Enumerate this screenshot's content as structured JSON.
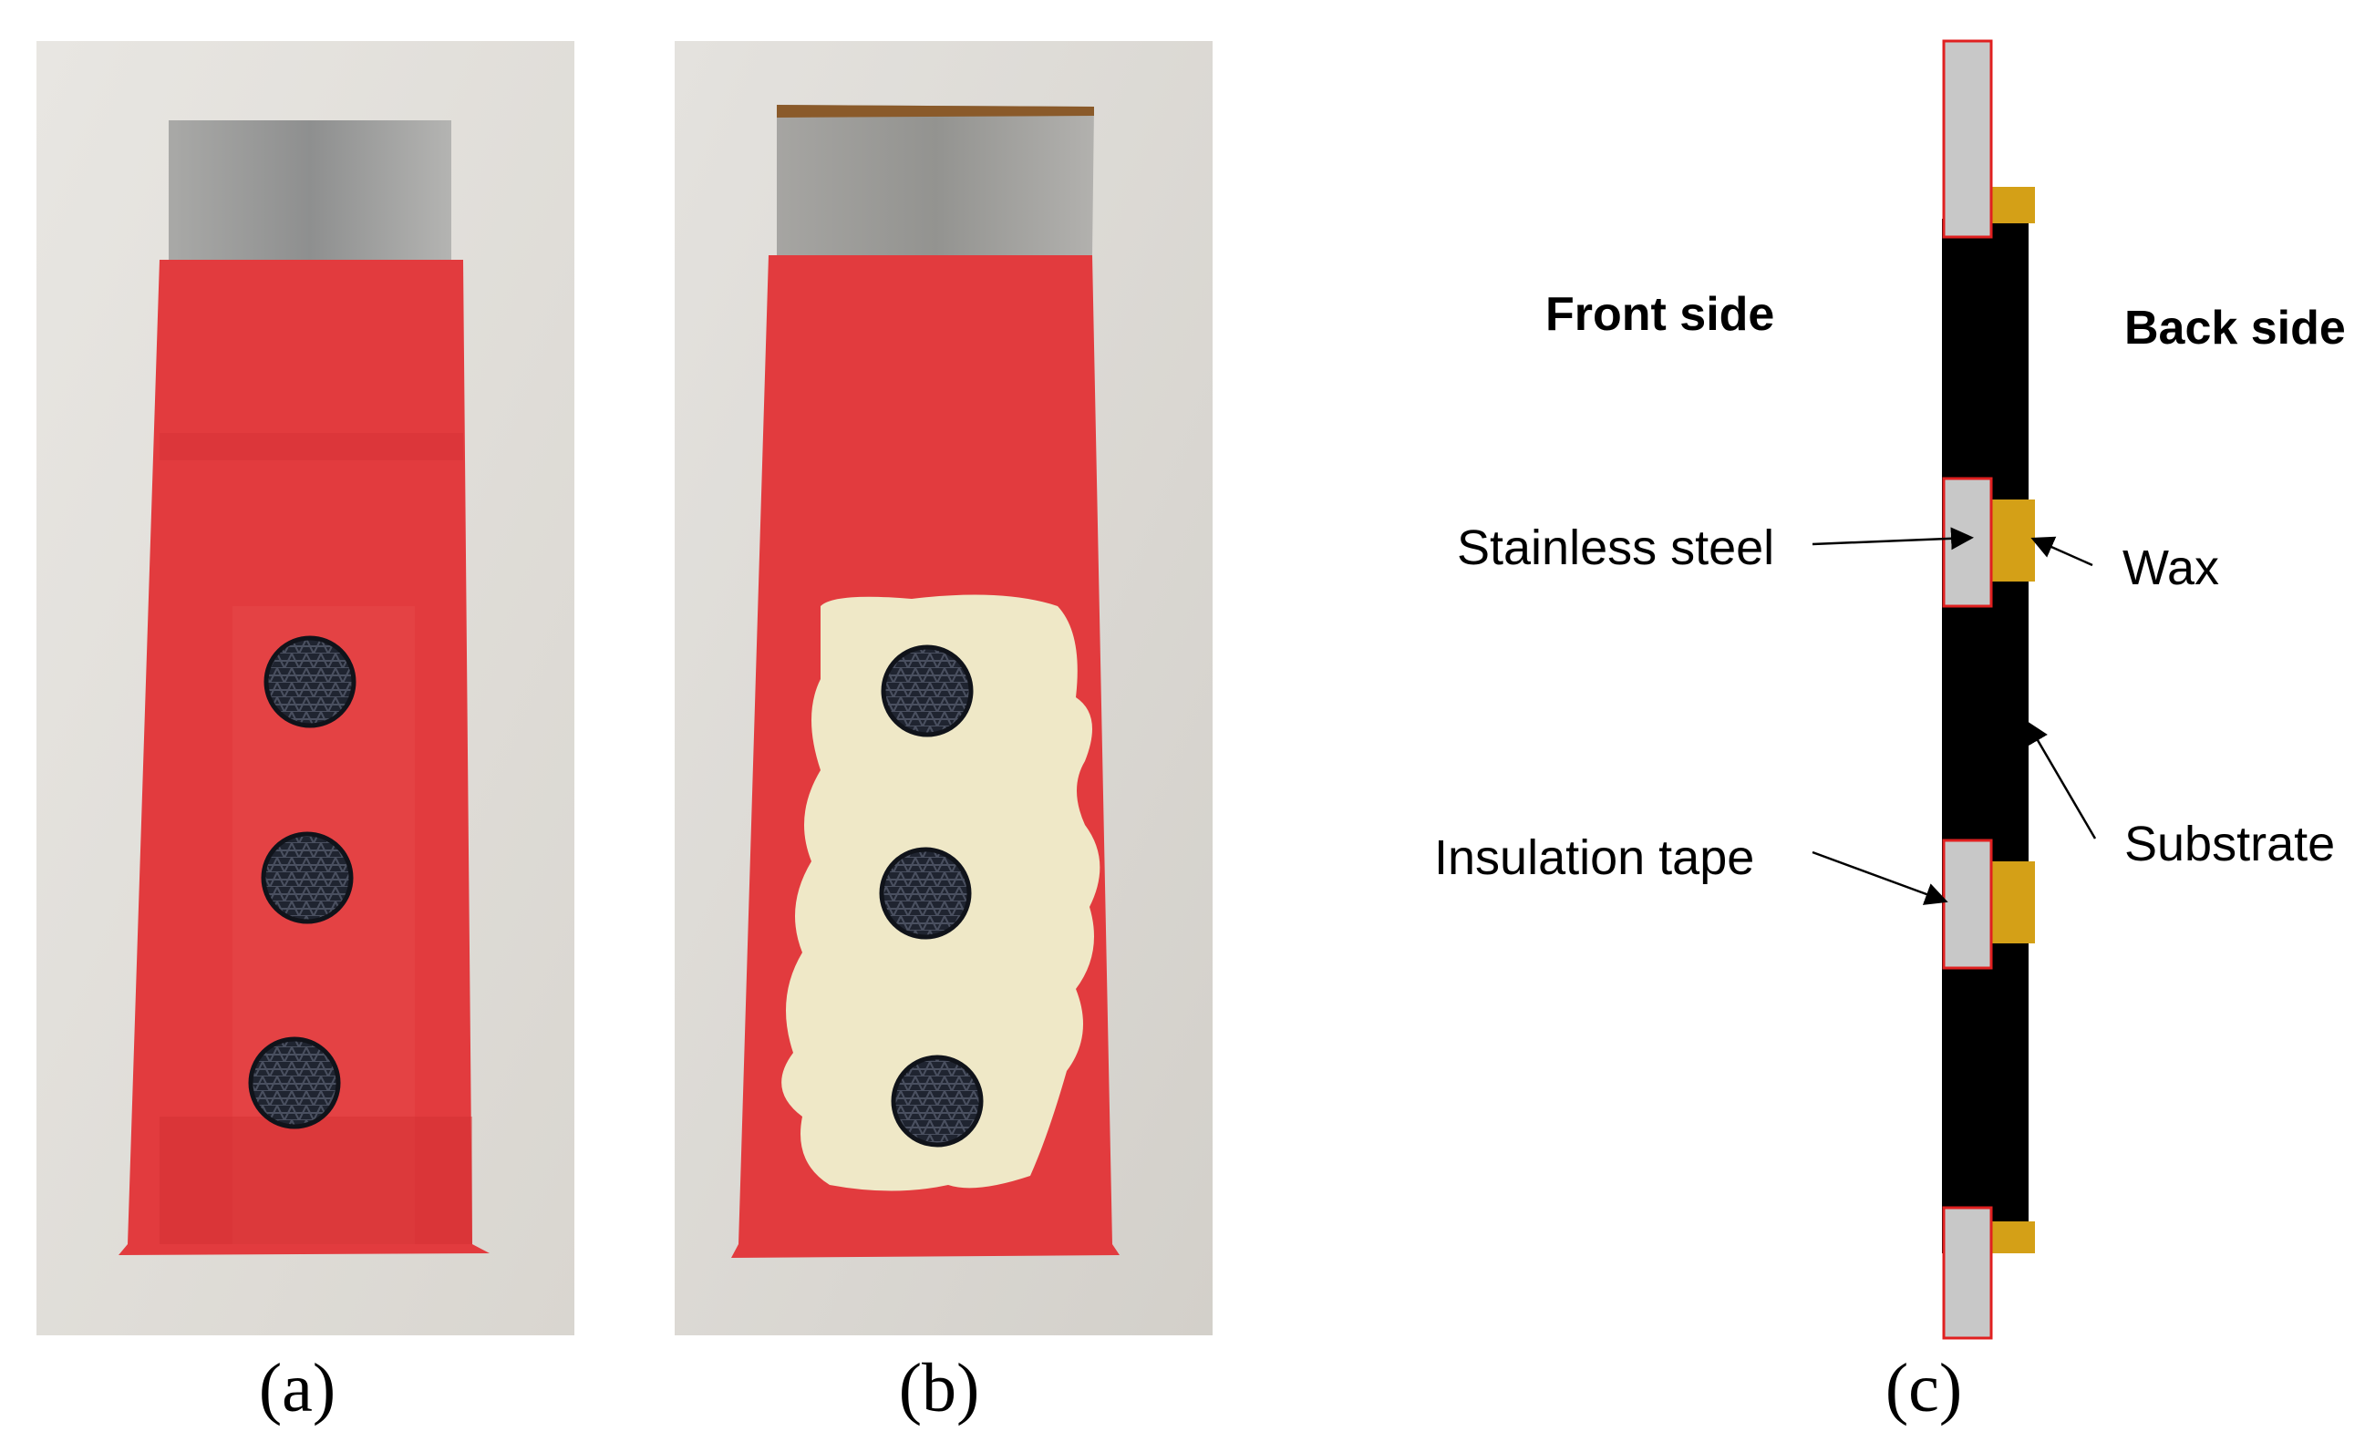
{
  "panels": [
    {
      "caption": "(a)"
    },
    {
      "caption": "(b)"
    },
    {
      "caption": "(c)"
    }
  ],
  "diagram": {
    "front_side": "Front side",
    "back_side": "Back side",
    "labels": {
      "stainless_steel": "Stainless steel",
      "wax": "Wax",
      "insulation_tape": "Insulation tape",
      "substrate": "Substrate"
    }
  },
  "colors": {
    "insulation_tape": "#e02020",
    "stainless_steel": "#c8c8c8",
    "wax": "#d4a017",
    "substrate": "#000000"
  }
}
